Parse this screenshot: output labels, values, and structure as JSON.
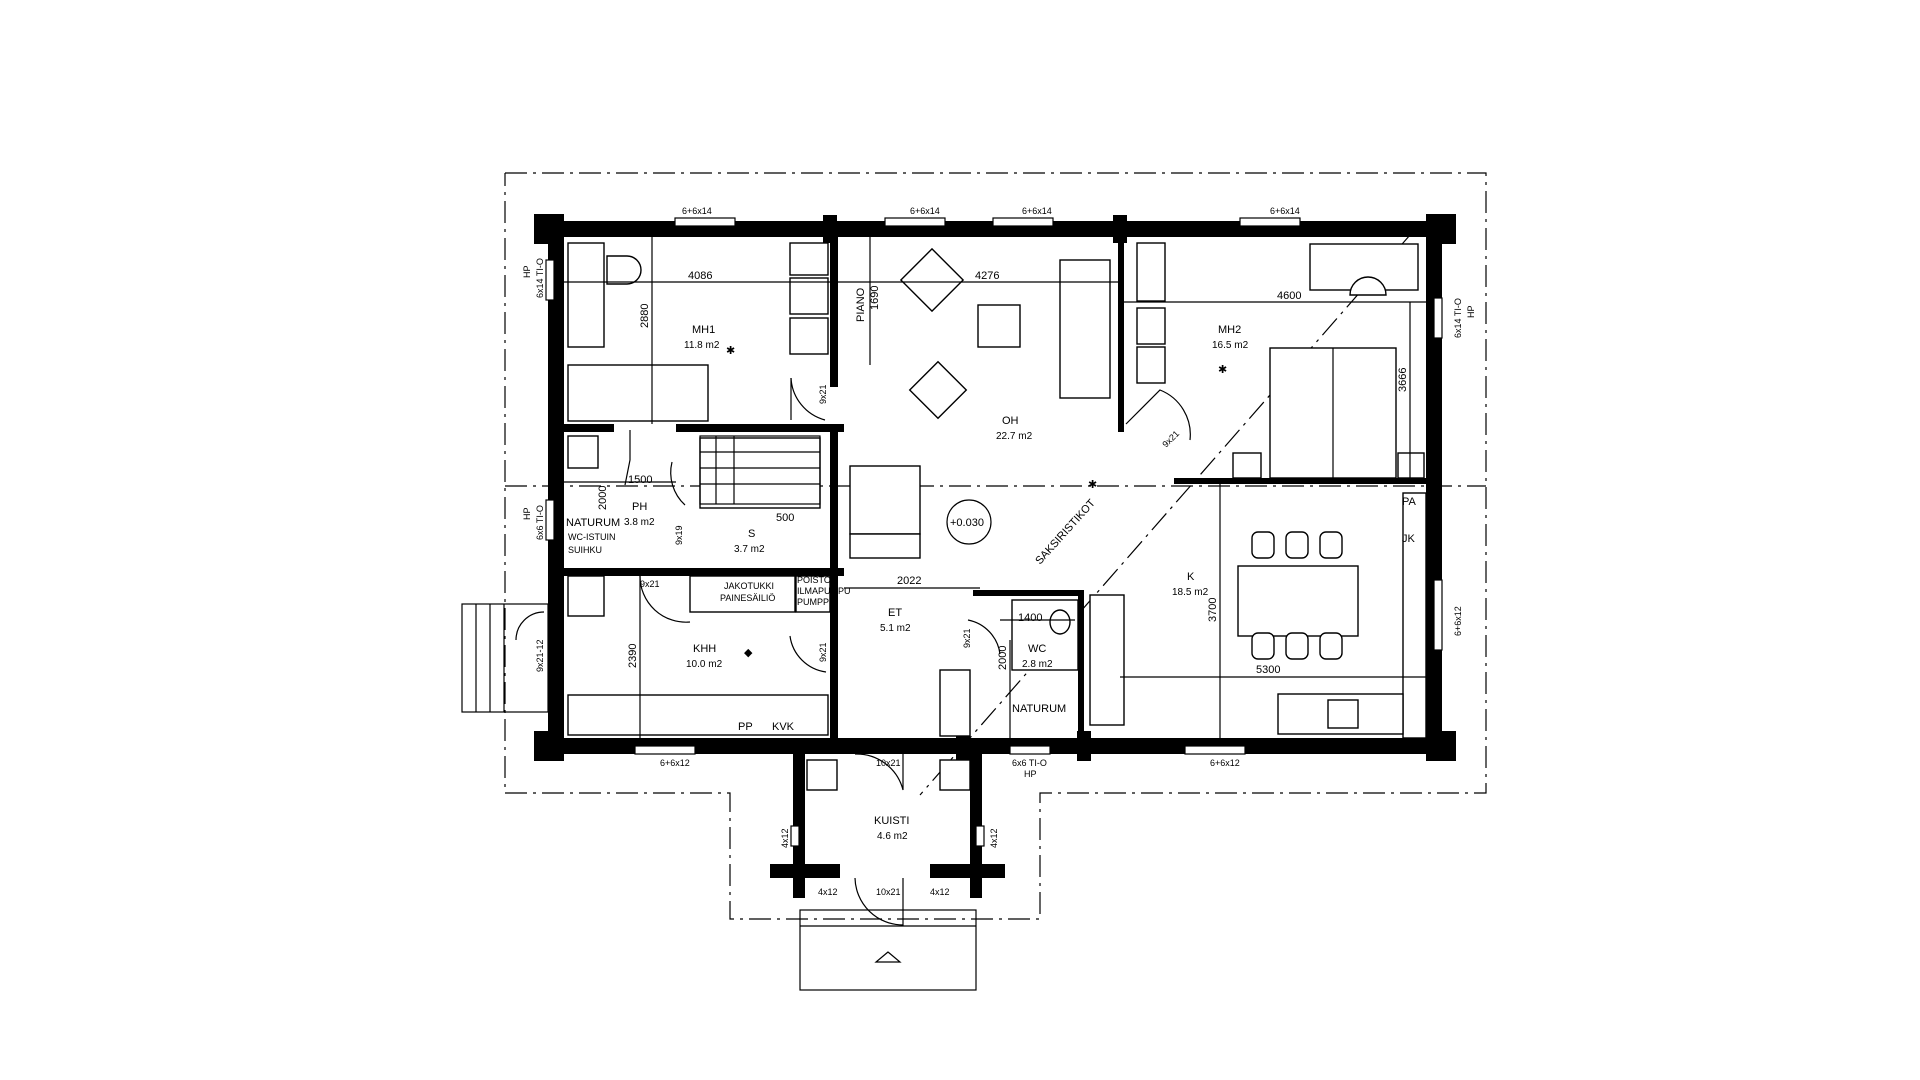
{
  "rooms": {
    "mh1": {
      "name": "MH1",
      "area": "11.8 m2"
    },
    "mh2": {
      "name": "MH2",
      "area": "16.5 m2"
    },
    "oh": {
      "name": "OH",
      "area": "22.7 m2"
    },
    "ph": {
      "name": "PH",
      "area": "3.8 m2"
    },
    "s": {
      "name": "S",
      "area": "3.7 m2"
    },
    "khh": {
      "name": "KHH",
      "area": "10.0 m2"
    },
    "et": {
      "name": "ET",
      "area": "5.1 m2"
    },
    "wc": {
      "name": "WC",
      "area": "2.8 m2"
    },
    "k": {
      "name": "K",
      "area": "18.5 m2"
    },
    "kuisti": {
      "name": "KUISTI",
      "area": "4.6 m2"
    }
  },
  "dimensions": {
    "d4086": "4086",
    "d4276": "4276",
    "d4600": "4600",
    "d2880": "2880",
    "d1690": "1690",
    "d3666": "3666",
    "d1500": "1500",
    "d2000a": "2000",
    "d500": "500",
    "d2022": "2022",
    "d2390": "2390",
    "d1400": "1400",
    "d2000b": "2000",
    "d3700": "3700",
    "d5300": "5300"
  },
  "windows": {
    "w_top1": "6+6x14",
    "w_top2": "6+6x14",
    "w_top3": "6+6x14",
    "w_top4": "6+6x14",
    "w_bot1": "6+6x12",
    "w_bot2": "6+6x12",
    "w_bot_hp": "6x6 TI-O",
    "w_bot_hp2": "HP",
    "w_left_top": "6x14 TI-O",
    "w_left_top_hp": "HP",
    "w_left_mid": "6x6 TI-O",
    "w_left_mid_hp": "HP",
    "w_left_door": "9x21-12",
    "w_right_top": "6x14 TI-O",
    "w_right_top_hp": "HP",
    "w_right_mid": "6+6x12",
    "porch_l": "4x12",
    "porch_r": "4x12",
    "porch_bl": "4x12",
    "porch_br": "4x12"
  },
  "doors": {
    "d_mh1": "9x21",
    "d_mh2": "9x21",
    "d_ph": "9x19",
    "d_khh1": "9x21",
    "d_khh2": "9x21",
    "d_wc": "9x21",
    "d_entry": "10x21",
    "d_porch": "10x21"
  },
  "labels": {
    "piano": "PIANO",
    "naturum1": "NATURUM",
    "naturum2": "NATURUM",
    "wc_istuin": "WC-ISTUIN",
    "suihku": "SUIHKU",
    "jakotukki": "JAKOTUKKI",
    "painesailio": "PAINESÄILIÖ",
    "poisto1": "POISTO",
    "poisto2": "ILMAPUMPU",
    "poisto3": "PUMPPU",
    "pp": "PP",
    "kvk": "KVK",
    "pa": "PA",
    "jk": "JK",
    "level": "+0.030",
    "saksiristikot": "SAKSIRISTIKOT"
  }
}
